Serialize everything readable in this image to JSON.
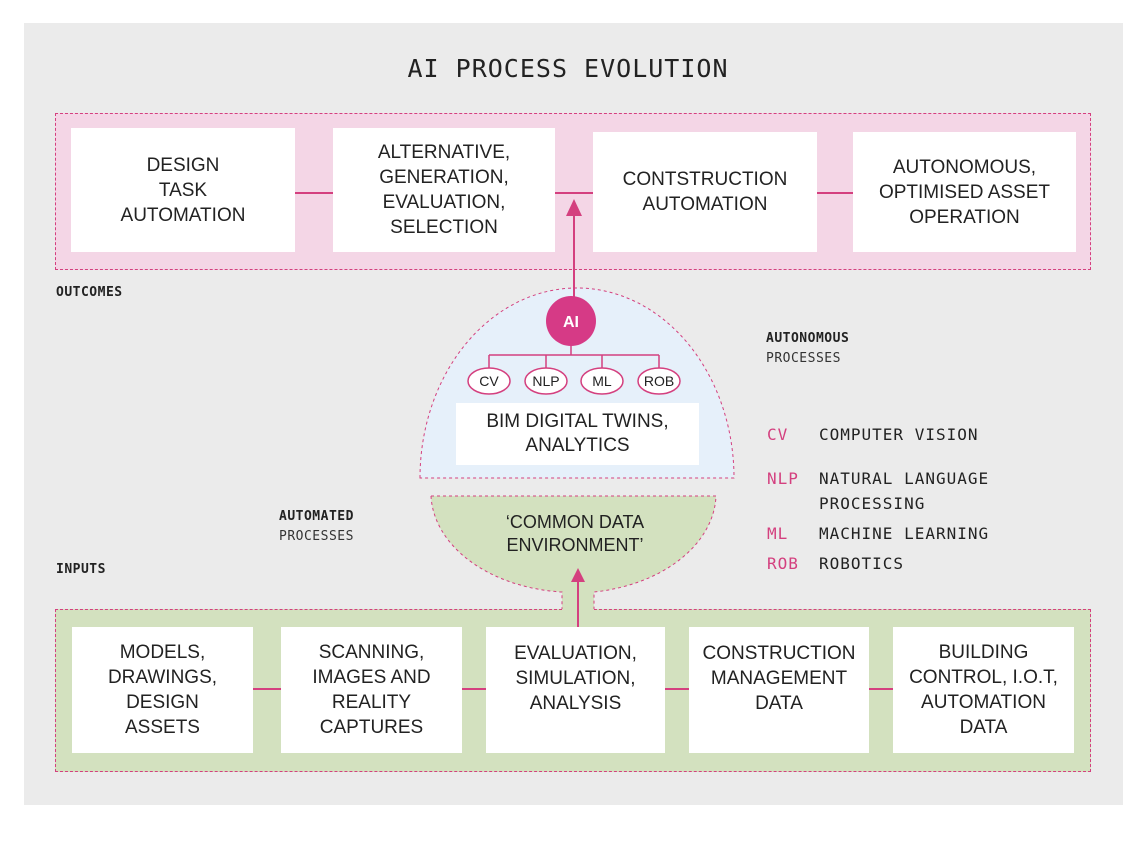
{
  "title": "AI PROCESS EVOLUTION",
  "colors": {
    "accent": "#d4407f",
    "outcomes_band": "#f4d6e6",
    "inputs_band": "#d3e1bf",
    "ai_dome": "#e6f0fa",
    "panel": "#ebebeb"
  },
  "outcomes": {
    "label": "OUTCOMES",
    "boxes": [
      "DESIGN\nTASK\nAUTOMATION",
      "ALTERNATIVE,\nGENERATION,\nEVALUATION,\nSELECTION",
      "CONTSTRUCTION\nAUTOMATION",
      "AUTONOMOUS,\nOPTIMISED ASSET\nOPERATION"
    ]
  },
  "autonomous": {
    "bold": "AUTONOMOUS",
    "text": "PROCESSES"
  },
  "automated": {
    "bold": "AUTOMATED",
    "text": "PROCESSES"
  },
  "ai_hub": {
    "label": "AI",
    "children": [
      "CV",
      "NLP",
      "ML",
      "ROB"
    ],
    "bim": "BIM DIGITAL TWINS,\nANALYTICS"
  },
  "cde": "‘COMMON DATA\nENVIRONMENT’",
  "legend": [
    {
      "abbr": "CV",
      "text": "COMPUTER VISION"
    },
    {
      "abbr": "NLP",
      "text": "NATURAL LANGUAGE\nPROCESSING"
    },
    {
      "abbr": "ML",
      "text": "MACHINE LEARNING"
    },
    {
      "abbr": "ROB",
      "text": "ROBOTICS"
    }
  ],
  "inputs": {
    "label": "INPUTS",
    "boxes": [
      "MODELS,\nDRAWINGS,\nDESIGN\nASSETS",
      "SCANNING,\nIMAGES AND\nREALITY\nCAPTURES",
      "EVALUATION,\nSIMULATION,\nANALYSIS",
      "CONSTRUCTION\nMANAGEMENT\nDATA",
      "BUILDING\nCONTROL, I.O.T,\nAUTOMATION\nDATA"
    ]
  }
}
